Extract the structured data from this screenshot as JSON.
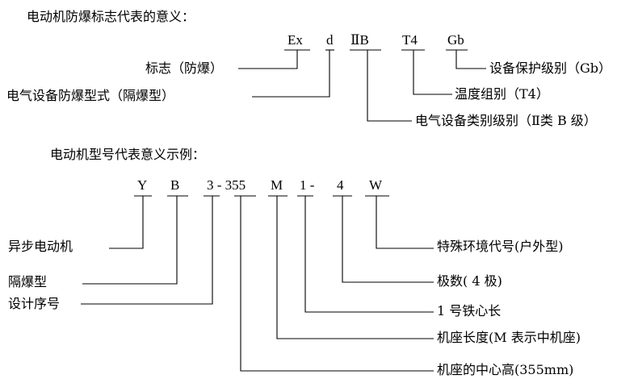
{
  "section1": {
    "title": "电动机防爆标志代表的意义：",
    "codes": [
      "Ex",
      "d",
      "ⅡB",
      "T4",
      "Gb"
    ],
    "labels": {
      "ex": "标志（防爆）",
      "d": "电气设备防爆型式（隔爆型）",
      "iib": "电气设备类别级别（Ⅱ类 B 级）",
      "t4": "温度组别（T4）",
      "gb": "设备保护级别（Gb）"
    }
  },
  "section2": {
    "title": "电动机型号代表意义示例：",
    "codes": [
      "Y",
      "B",
      "3 - 355",
      "M",
      "1 -",
      "4",
      "W"
    ],
    "labels": {
      "y": "异步电动机",
      "b": "隔爆型",
      "seq": "设计序号",
      "w": "特殊环境代号(户外型)",
      "poles": "极数( 4 极)",
      "core": "1 号铁心长",
      "seat": "机座长度(M 表示中机座)",
      "height": "机座的中心高(355mm)"
    }
  }
}
